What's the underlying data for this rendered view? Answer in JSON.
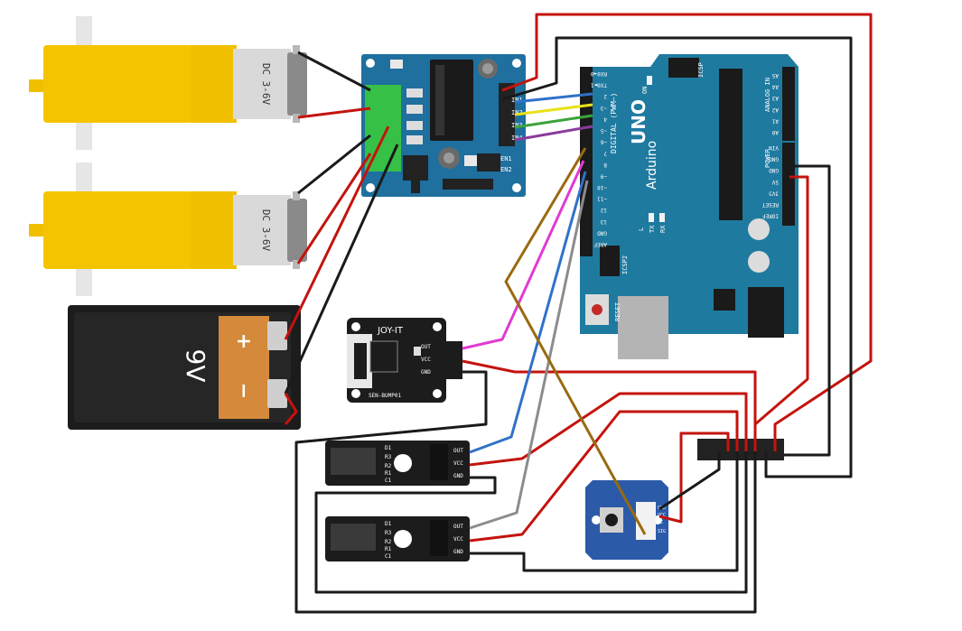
{
  "motors": [
    {
      "label": "DC 3-6V"
    },
    {
      "label": "DC 3-6V"
    }
  ],
  "battery": {
    "voltage": "9V",
    "plus": "+",
    "minus": "−"
  },
  "motor_driver": {
    "pins_right": [
      "IN1",
      "IN2",
      "IN3",
      "IN4"
    ],
    "pins_bottom": [
      "EN1",
      "EN2"
    ]
  },
  "arduino": {
    "brand": "Arduino",
    "model": "UNO",
    "digital_label": "DIGITAL (PWM~)",
    "analog_label": "ANALOG IN",
    "power_label": "POWER",
    "icsp": "ICSP",
    "icsp2": "ICSP2",
    "reset": "RESET",
    "on": "ON",
    "l": "L",
    "tx": "TX",
    "rx": "RX",
    "digital_pins": [
      "RX0◄0",
      "TX0►1",
      "2",
      "~3",
      "4",
      "~5",
      "~6",
      "7",
      "8",
      "~9",
      "~10",
      "~11",
      "12",
      "13",
      "GND",
      "AREF"
    ],
    "analog_pins": [
      "A5",
      "A4",
      "A3",
      "A2",
      "A1",
      "A0"
    ],
    "power_pins": [
      "VIN",
      "GND",
      "GND",
      "5V",
      "3V3",
      "RESET",
      "IOREF"
    ]
  },
  "bumper": {
    "brand": "JOY-IT",
    "model": "SEN-BUMP01",
    "pins": [
      "OUT",
      "VCC",
      "GND"
    ]
  },
  "ir_sensors": [
    {
      "pins": [
        "OUT",
        "VCC",
        "GND"
      ],
      "parts": [
        "D1",
        "R3",
        "R2",
        "R1",
        "C1"
      ]
    },
    {
      "pins": [
        "OUT",
        "VCC",
        "GND"
      ],
      "parts": [
        "D1",
        "R3",
        "R2",
        "R1",
        "C1"
      ]
    }
  ],
  "grove": {
    "pins": [
      "GND",
      "VCC",
      "NC",
      "SIG"
    ]
  },
  "colors": {
    "motor_yellow": "#f5c400",
    "driver_blue": "#1f6f9f",
    "arduino_teal": "#1f7aa0",
    "wire_red": "#c4130e",
    "wire_black": "#1a1a1a",
    "wire_blue": "#2f72c8",
    "wire_yellow": "#e8e21a",
    "wire_green": "#3aa33a",
    "wire_purple": "#8a3a9c",
    "wire_magenta": "#e03ad4",
    "wire_grey": "#8c8c8c",
    "wire_brown": "#9a6a10"
  }
}
